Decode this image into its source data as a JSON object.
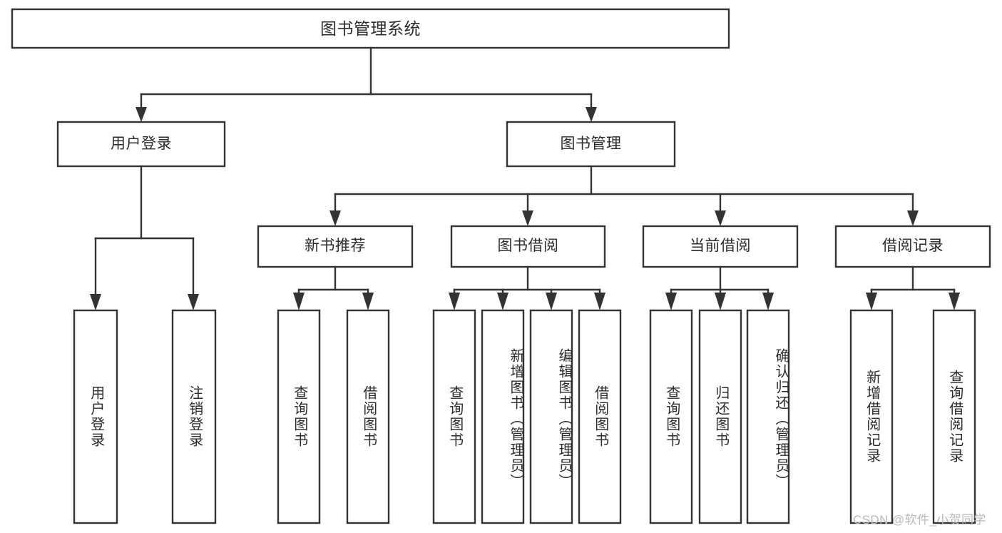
{
  "diagram": {
    "title": "图书管理系统",
    "type": "tree-hierarchy-diagram",
    "watermark": "CSDN @软件_小贺同学",
    "colors": {
      "box_stroke": "#333333",
      "box_fill": "#ffffff",
      "text": "#2b2b2b",
      "background": "#ffffff",
      "watermark": "#b9b9b9"
    },
    "nodes": {
      "root": {
        "label": "图书管理系统"
      },
      "level1": [
        {
          "label": "用户登录"
        },
        {
          "label": "图书管理"
        }
      ],
      "level2": [
        {
          "label": "新书推荐"
        },
        {
          "label": "图书借阅"
        },
        {
          "label": "当前借阅"
        },
        {
          "label": "借阅记录"
        }
      ],
      "leaves_user_login": [
        {
          "label": "用户登录"
        },
        {
          "label": "注销登录"
        }
      ],
      "leaves_new_book": [
        {
          "label": "查询图书"
        },
        {
          "label": "借阅图书"
        }
      ],
      "leaves_borrow": [
        {
          "label": "查询图书"
        },
        {
          "label": "新增图书（管理员）"
        },
        {
          "label": "编辑图书（管理员）"
        },
        {
          "label": "借阅图书"
        }
      ],
      "leaves_current": [
        {
          "label": "查询图书"
        },
        {
          "label": "归还图书"
        },
        {
          "label": "确认归还（管理员）"
        }
      ],
      "leaves_record": [
        {
          "label": "新增借阅记录"
        },
        {
          "label": "查询借阅记录"
        }
      ]
    }
  }
}
